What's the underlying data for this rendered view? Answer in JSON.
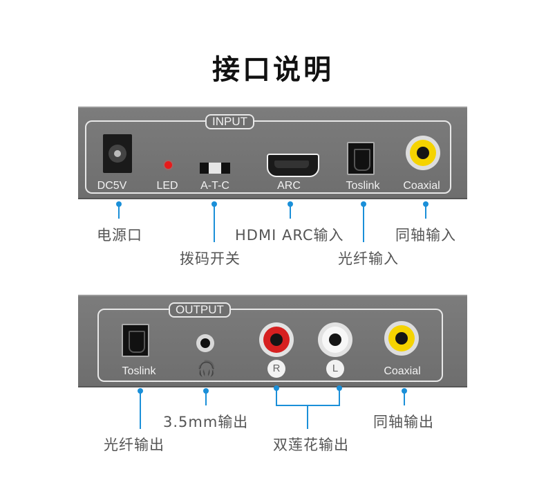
{
  "title": "接口说明",
  "colors": {
    "accent": "#1a8fd8",
    "panel": "#747474",
    "led": "#e61a1a",
    "coax": "#f5d300",
    "audio_r": "#d62020",
    "audio_l": "#f2f2f2"
  },
  "input_panel": {
    "label": "INPUT",
    "ports": {
      "dc": "DC5V",
      "led": "LED",
      "dip": "A-T-C",
      "arc": "ARC",
      "toslink": "Toslink",
      "coaxial": "Coaxial"
    }
  },
  "output_panel": {
    "label": "OUTPUT",
    "ports": {
      "toslink": "Toslink",
      "badge_r": "R",
      "badge_l": "L",
      "coaxial": "Coaxial"
    }
  },
  "callouts": {
    "power": "电源口",
    "dip_switch": "拨码开关",
    "hdmi_arc_in": "HDMI ARC输入",
    "optical_in": "光纤输入",
    "coaxial_in": "同轴输入",
    "optical_out": "光纤输出",
    "headphone_out": "3.5mm输出",
    "rca_out": "双莲花输出",
    "coaxial_out": "同轴输出"
  }
}
